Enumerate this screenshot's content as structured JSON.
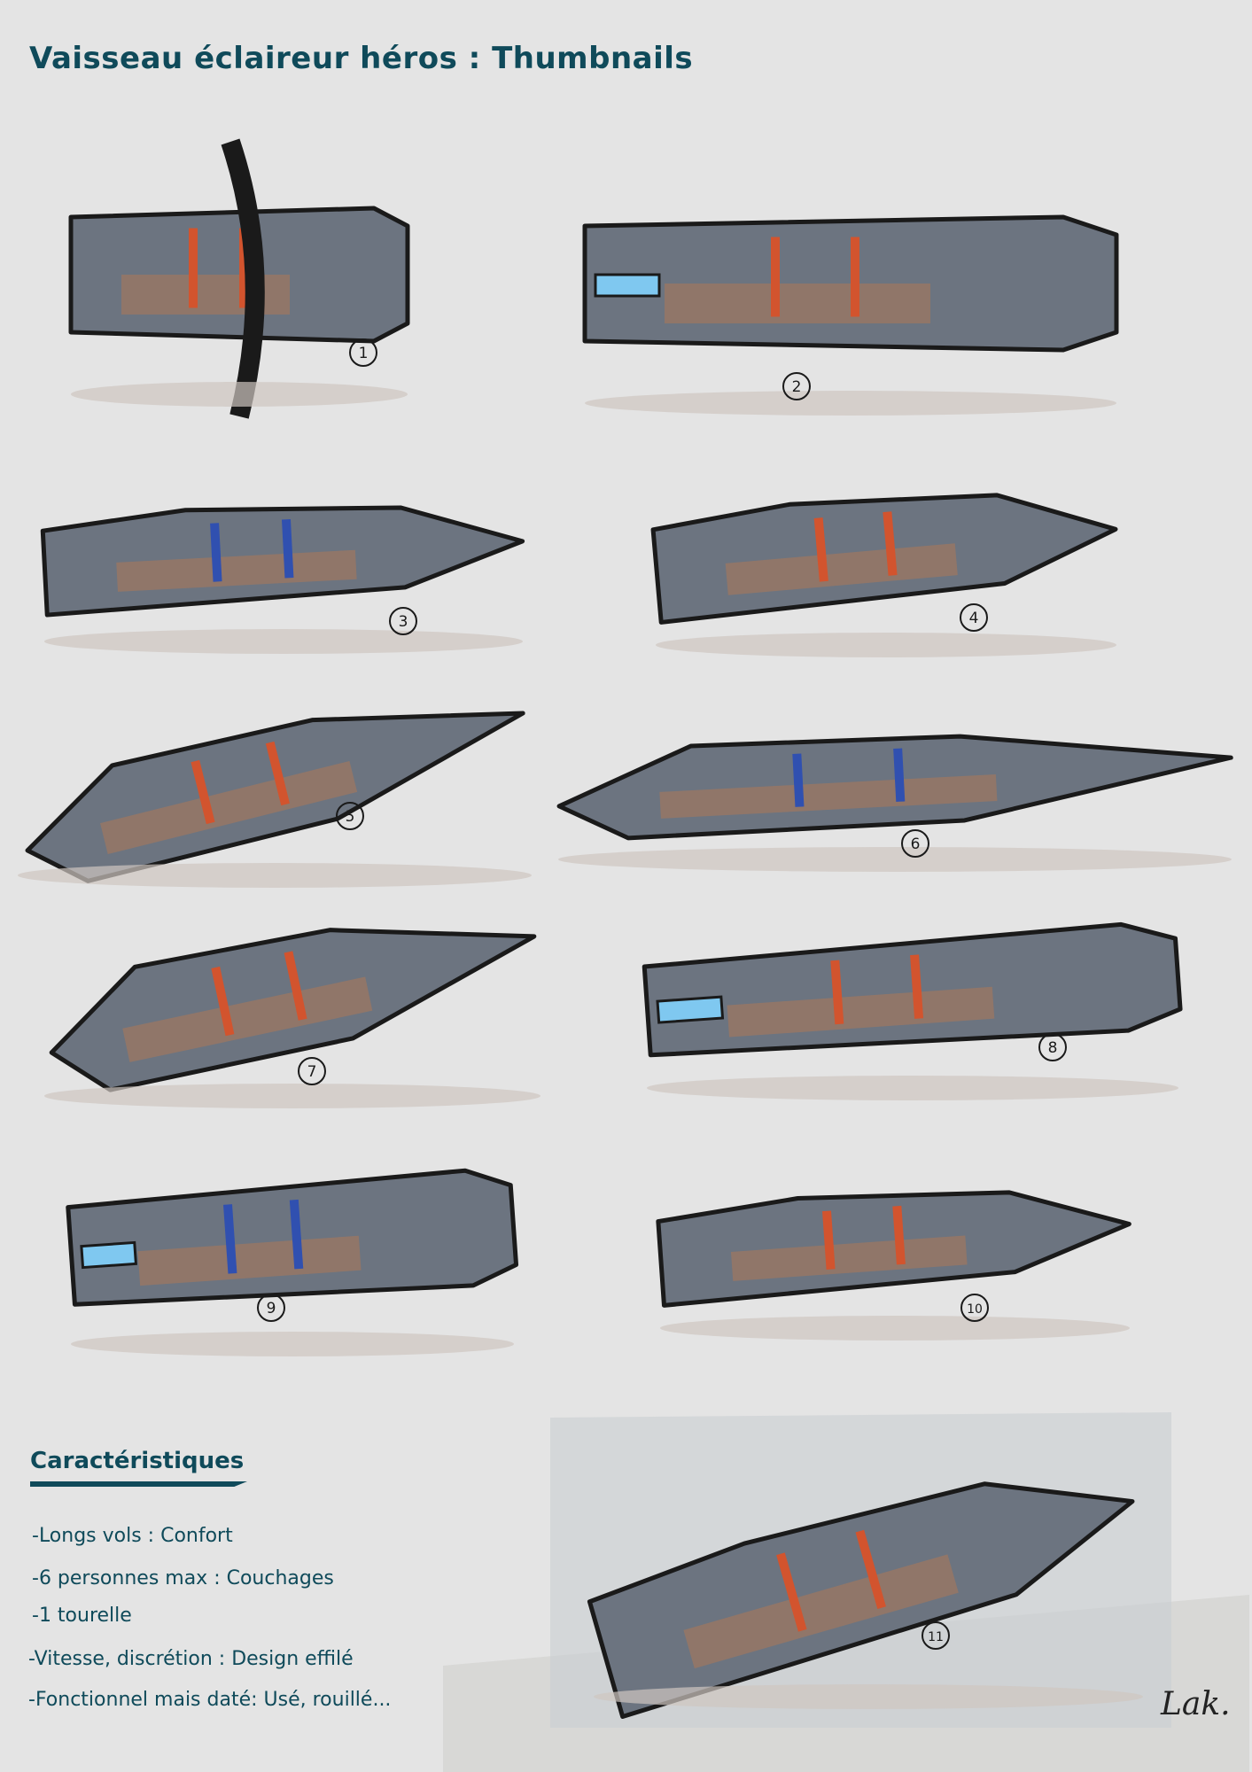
{
  "title": "Vaisseau éclaireur héros : Thumbnails",
  "thumbnails": [
    {
      "number": "1"
    },
    {
      "number": "2"
    },
    {
      "number": "3"
    },
    {
      "number": "4"
    },
    {
      "number": "5"
    },
    {
      "number": "6"
    },
    {
      "number": "7"
    },
    {
      "number": "8"
    },
    {
      "number": "9"
    },
    {
      "number": "10"
    },
    {
      "number": "11"
    }
  ],
  "characteristics": {
    "heading": "Caractéristiques",
    "items": [
      "-Longs vols : Confort",
      "-6 personnes max : Couchages",
      "-1 tourelle",
      "-Vitesse, discrétion : Design effilé",
      "-Fonctionnel mais daté: Usé, rouillé..."
    ]
  },
  "signature": "Lak.",
  "colors": {
    "text": "#0f4a5a",
    "hull": "#6c7480",
    "rust": "#a07860",
    "red_stripe": "#d2542e",
    "blue_stripe": "#3050b0",
    "glow": "#7fc8f0",
    "background": "#e4e4e4"
  }
}
